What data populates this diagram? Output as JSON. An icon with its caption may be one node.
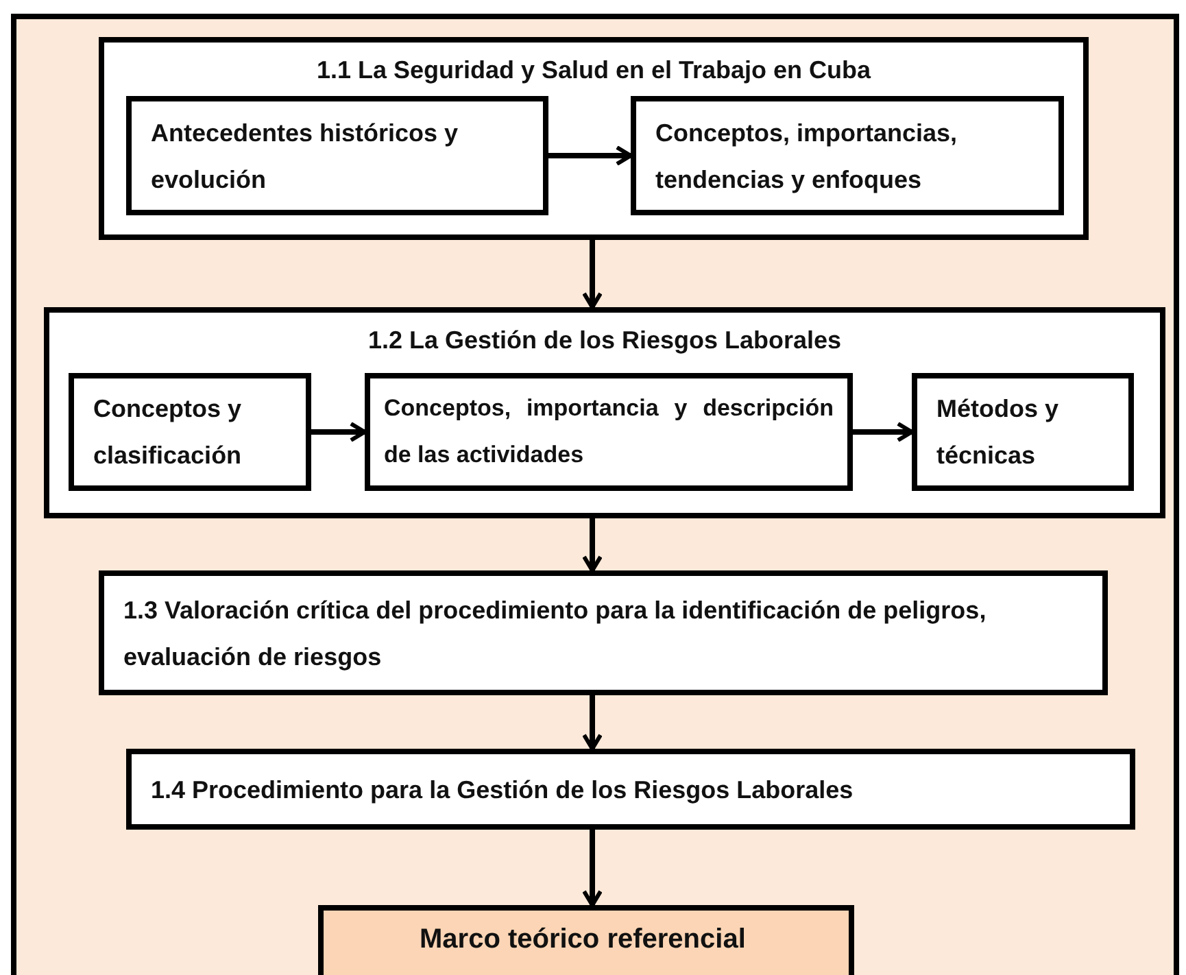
{
  "diagram": {
    "nodes": [
      {
        "text": [],
        "shape": "box"
      },
      {
        "text": [
          "1.1 La Seguridad y Salud en el Trabajo en Cuba"
        ],
        "in": 0
      },
      {
        "text": [
          "Antecedentes históricos y evolución"
        ],
        "in": 1
      },
      {
        "text": [
          "Conceptos, importancias, tendencias y enfoques"
        ],
        "in": 1
      },
      {
        "text": [
          "1.2 La Gestión de los Riesgos Laborales"
        ],
        "in": 0
      },
      {
        "text": [
          "Conceptos y clasificación"
        ],
        "in": 4
      },
      {
        "text": [
          "Conceptos, importancia y descripción de las actividades"
        ],
        "in": 4
      },
      {
        "text": [
          "Métodos y técnicas"
        ],
        "in": 4
      },
      {
        "text": [
          "1.3 Valoración crítica del procedimiento para la identificación de peligros, evaluación de riesgos"
        ],
        "in": 0
      },
      {
        "text": [
          "1.4 Procedimiento para la Gestión de los Riesgos Laborales"
        ],
        "in": 0
      },
      {
        "text": [
          "Marco teórico referencial"
        ],
        "in": 0
      }
    ],
    "edges": [
      {
        "from": 2,
        "to": 3,
        "arrow": "to"
      },
      {
        "from": 1,
        "to": 4,
        "arrow": "to"
      },
      {
        "from": 5,
        "to": 6,
        "arrow": "to"
      },
      {
        "from": 6,
        "to": 7,
        "arrow": "to"
      },
      {
        "from": 4,
        "to": 8,
        "arrow": "to"
      },
      {
        "from": 8,
        "to": 9,
        "arrow": "to"
      },
      {
        "from": 9,
        "to": 10,
        "arrow": "to"
      }
    ]
  }
}
